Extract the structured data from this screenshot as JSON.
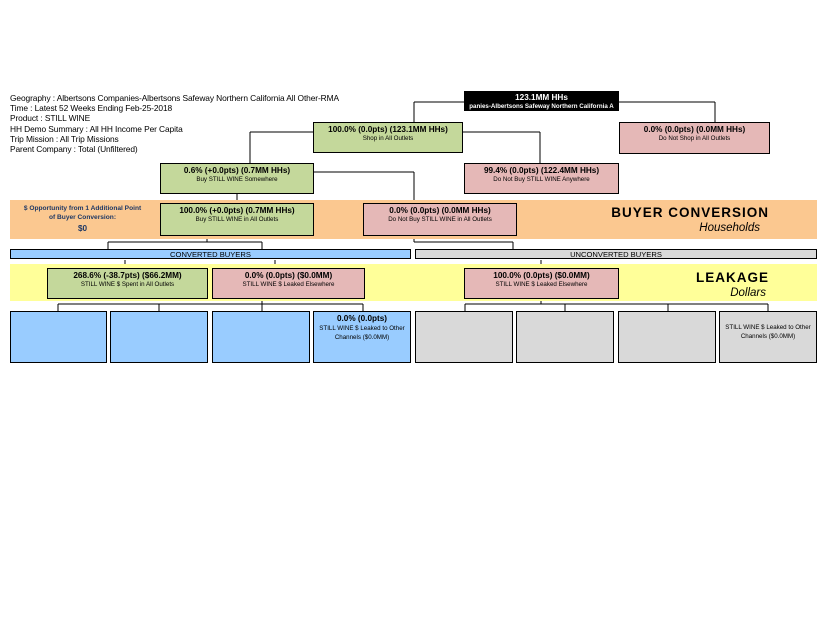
{
  "info": {
    "geography": "Geography : Albertsons Companies-Albertsons Safeway Northern California All Other-RMA",
    "time": "Time : Latest 52 Weeks Ending Feb-25-2018",
    "product": "Product : STILL WINE",
    "hh_demo": "HH Demo Summary : All HH Income Per Capita",
    "trip_mission": "Trip Mission : All Trip Missions",
    "parent_company": "Parent Company : Total (Unfiltered)"
  },
  "root": {
    "value": "123.1MM HHs",
    "label": "panies-Albertsons Safeway Northern California A"
  },
  "shop": {
    "value": "100.0% (0.0pts) (123.1MM HHs)",
    "label": "Shop in All Outlets"
  },
  "no_shop": {
    "value": "0.0% (0.0pts) (0.0MM HHs)",
    "label": "Do Not Shop in All Outlets"
  },
  "buy_somewhere": {
    "value": "0.6% (+0.0pts) (0.7MM HHs)",
    "label": "Buy STILL WINE Somewhere"
  },
  "not_buy_anywhere": {
    "value": "99.4% (0.0pts) (122.4MM HHs)",
    "label": "Do Not Buy STILL WINE Anywhere"
  },
  "buy_all": {
    "value": "100.0% (+0.0pts) (0.7MM HHs)",
    "label": "Buy STILL WINE in All Outlets"
  },
  "not_buy_all": {
    "value": "0.0% (0.0pts) (0.0MM HHs)",
    "label": "Do Not Buy STILL WINE in All Outlets"
  },
  "opportunity": {
    "line1": "$ Opportunity from 1 Additional Point",
    "line2": "of Buyer Conversion:",
    "value": "$0"
  },
  "buyer_conversion": {
    "title": "BUYER CONVERSION",
    "subtitle": "Households"
  },
  "leakage": {
    "title": "LEAKAGE",
    "subtitle": "Dollars"
  },
  "converted_header": "CONVERTED BUYERS",
  "unconverted_header": "UNCONVERTED BUYERS",
  "spent": {
    "value": "268.6% (-38.7pts) ($66.2MM)",
    "label": "STILL WINE $ Spent in All Outlets"
  },
  "leaked_conv": {
    "value": "0.0% (0.0pts) ($0.0MM)",
    "label": "STILL WINE $ Leaked Elsewhere"
  },
  "leaked_unconv": {
    "value": "100.0% (0.0pts) ($0.0MM)",
    "label": "STILL WINE $ Leaked Elsewhere"
  },
  "other_conv": {
    "value": "0.0% (0.0pts)",
    "label": "STILL WINE $ Leaked to Other Channels ($0.0MM)"
  },
  "other_unconv": {
    "label": "STILL WINE $ Leaked to Other Channels ($0.0MM)"
  },
  "colors": {
    "green": "#c4d89b",
    "pink": "#e5b8b7",
    "blue": "#99ccff",
    "grey": "#d9d9d9",
    "orange_band": "#fbc890",
    "yellow_band": "#ffff99",
    "opportunity_text": "#1f3864"
  }
}
